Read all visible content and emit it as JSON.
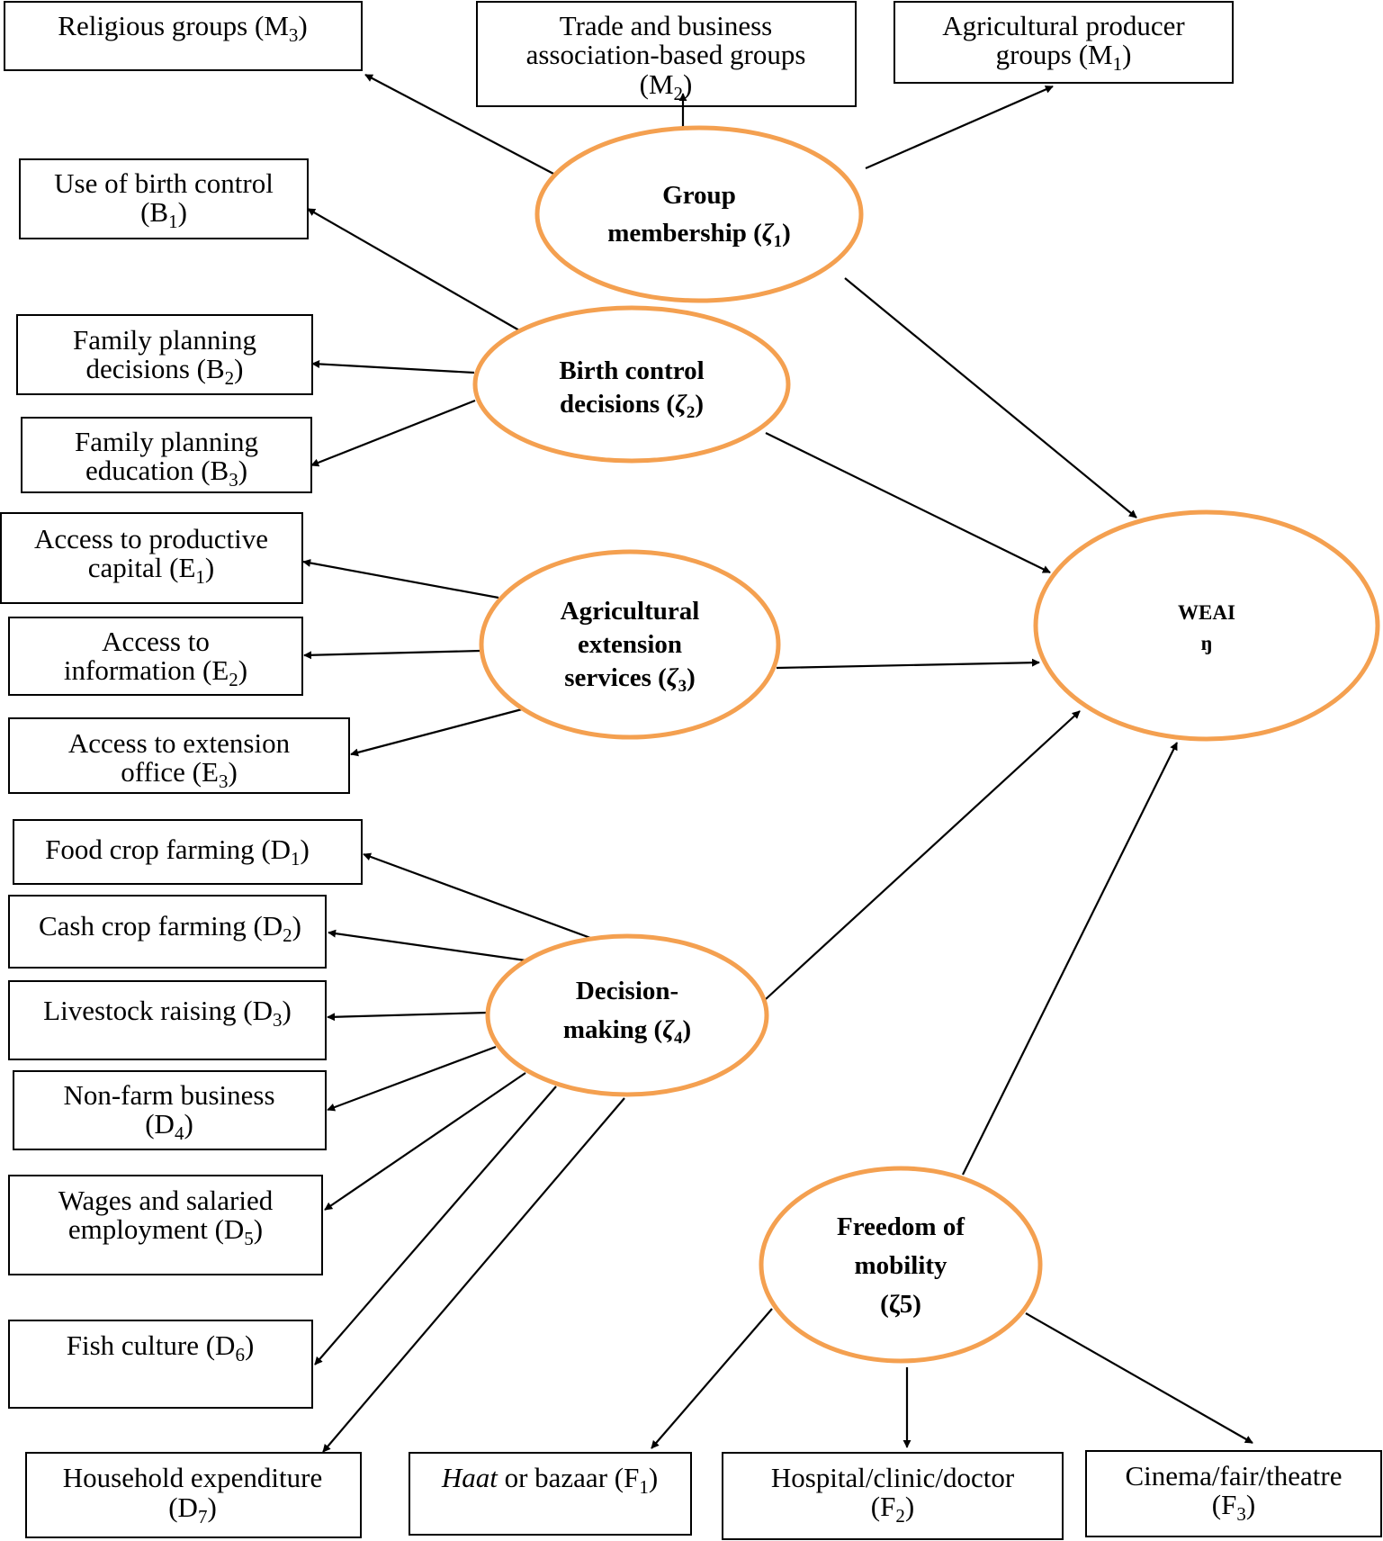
{
  "colors": {
    "ellipse_stroke": "#F4A050",
    "box_stroke": "#000000",
    "arrow": "#000000",
    "text": "#000000"
  },
  "latent": {
    "group": {
      "line1": "Group",
      "line2": "membership (",
      "sym": "ζ",
      "sub": "1",
      "close": ")"
    },
    "birth": {
      "line1": "Birth control",
      "line2": "decisions (",
      "sym": "ζ",
      "sub": "2",
      "close": ")"
    },
    "ext": {
      "line1": "Agricultural",
      "line2": "extension",
      "line3": "services (",
      "sym": "ζ",
      "sub": "3",
      "close": ")"
    },
    "dec": {
      "line1": "Decision-",
      "line2": "making (",
      "sym": "ζ",
      "sub": "4",
      "close": ")"
    },
    "mob": {
      "line1": "Freedom of",
      "line2": "mobility",
      "line3": "(ζ5)"
    },
    "weai": {
      "line1": "WEAI",
      "line2": "ŋ"
    }
  },
  "indicators": {
    "m3": {
      "text": "Religious groups (M",
      "sub": "3",
      "close": ")"
    },
    "m2": {
      "line1": "Trade and business",
      "line2": "association-based groups",
      "line3": "(M",
      "sub": "2",
      "close": ")"
    },
    "m1": {
      "line1": "Agricultural producer",
      "line2": "groups (M",
      "sub": "1",
      "close": ")"
    },
    "b1": {
      "line1": "Use of birth control",
      "line2": "(B",
      "sub": "1",
      "close": ")"
    },
    "b2": {
      "line1": "Family planning",
      "line2": "decisions (B",
      "sub": "2",
      "close": ")"
    },
    "b3": {
      "line1": "Family planning",
      "line2": "education (B",
      "sub": "3",
      "close": ")"
    },
    "e1": {
      "line1": "Access to productive",
      "line2": "capital (E",
      "sub": "1",
      "close": ")"
    },
    "e2": {
      "line1": "Access to",
      "line2": "information (E",
      "sub": "2",
      "close": ")"
    },
    "e3": {
      "line1": "Access to extension",
      "line2": "office (E",
      "sub": "3",
      "close": ")"
    },
    "d1": {
      "text": "Food crop farming (D",
      "sub": "1",
      "close": ")"
    },
    "d2": {
      "text": "Cash crop farming (D",
      "sub": "2",
      "close": ")"
    },
    "d3": {
      "text": "Livestock raising (D",
      "sub": "3",
      "close": ")"
    },
    "d4": {
      "line1": "Non-farm business",
      "line2": "(D",
      "sub": "4",
      "close": ")"
    },
    "d5": {
      "line1": "Wages and salaried",
      "line2": "employment (D",
      "sub": "5",
      "close": ")"
    },
    "d6": {
      "text": "Fish culture (D",
      "sub": "6",
      "close": ")"
    },
    "d7": {
      "line1": "Household expenditure",
      "line2": "(D",
      "sub": "7",
      "close": ")"
    },
    "f1": {
      "italic": "Haat",
      "text": " or bazaar (F",
      "sub": "1",
      "close": ")"
    },
    "f2": {
      "line1": "Hospital/clinic/doctor",
      "line2": "(F",
      "sub": "2",
      "close": ")"
    },
    "f3": {
      "line1": "Cinema/fair/theatre",
      "line2": "(F",
      "sub": "3",
      "close": ")"
    }
  }
}
